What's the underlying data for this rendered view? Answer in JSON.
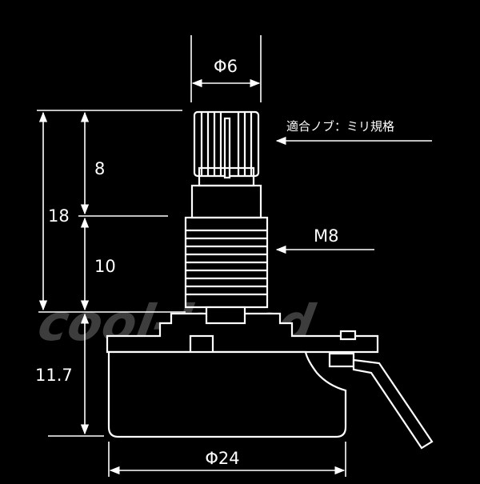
{
  "diagram": {
    "type": "dimension-drawing",
    "subject": "potentiometer",
    "colors": {
      "background": "#000000",
      "lines": "#ffffff",
      "watermark": "#888888"
    },
    "watermark": "cool-hand",
    "labels": {
      "shaft_diameter": "Φ6",
      "knob_note": "適合ノブ：ミリ規格",
      "thread": "M8",
      "knurl_height": "8",
      "total_height": "18",
      "bushing_height": "10",
      "body_height": "11.7",
      "body_diameter": "Φ24"
    }
  }
}
